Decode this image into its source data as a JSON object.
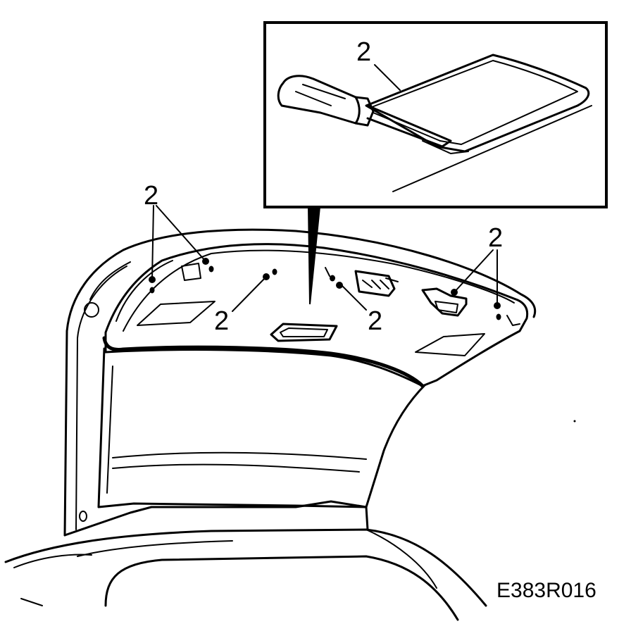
{
  "diagram": {
    "callout_label": "2",
    "figure_code": "E383R016",
    "callouts": [
      {
        "label": "2"
      },
      {
        "label": "2"
      },
      {
        "label": "2"
      },
      {
        "label": "2"
      },
      {
        "label": "2"
      }
    ]
  }
}
